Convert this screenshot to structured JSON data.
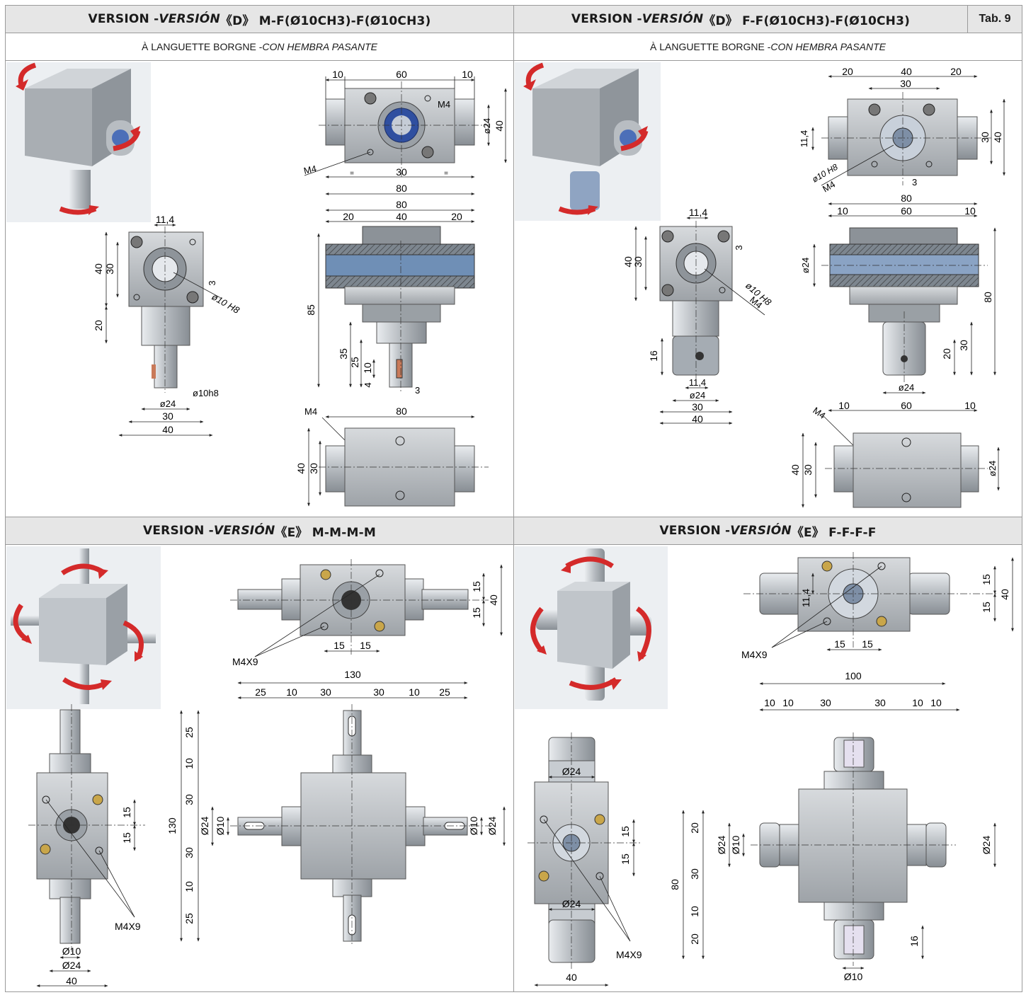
{
  "headers": {
    "d_mf": {
      "prefix": "VERSION - ",
      "italic": "VERSIÓN",
      "rest": " 《D》 M-F(Ø10CH3)-F(Ø10CH3)"
    },
    "d_ff": {
      "prefix": "VERSION - ",
      "italic": "VERSIÓN",
      "rest": " 《D》 F-F(Ø10CH3)-F(Ø10CH3)"
    },
    "e_mmmm": {
      "prefix": "VERSION - ",
      "italic": "VERSIÓN",
      "rest": " 《E》 M-M-M-M"
    },
    "e_ffff": {
      "prefix": "VERSION - ",
      "italic": "VERSIÓN",
      "rest": " 《E》 F-F-F-F"
    }
  },
  "subheaders": {
    "left": {
      "plain": "À LANGUETTE BORGNE - ",
      "italic": "CON HEMBRA PASANTE"
    },
    "right": {
      "plain": "À LANGUETTE BORGNE - ",
      "italic": "CON HEMBRA PASANTE"
    }
  },
  "table_label": "Tab. 9",
  "colors": {
    "header_bg": "#e6e6e6",
    "body_grey": "#b9bdc2",
    "arrow_red": "#d42a2a",
    "shaft_blue": "#2f4fa0"
  },
  "dims": {
    "q1": {
      "top_w": [
        "10",
        "60",
        "10"
      ],
      "top_eq": [
        "=",
        "30",
        "="
      ],
      "top_total": "80",
      "top_h": [
        "ø24",
        "40"
      ],
      "m4a": "M4",
      "m4b": "M4",
      "sec_total": "80",
      "sec_parts": [
        "20",
        "40",
        "20"
      ],
      "sec_h": [
        "85",
        "35",
        "25",
        "10",
        "4",
        "3"
      ],
      "bot_total": "80",
      "bot_m4": "M4",
      "bot_h": [
        "40",
        "30"
      ],
      "side_w": "11,4",
      "side_h": [
        "40",
        "30",
        "3",
        "20"
      ],
      "side_bore": "ø10 H8",
      "side_shaft": "ø10h8",
      "side_d": "ø24",
      "side_30": "30",
      "side_40": "40"
    },
    "q2": {
      "top_w": [
        "20",
        "40",
        "20"
      ],
      "top_30": "30",
      "top_h": [
        "11,4",
        "30",
        "40"
      ],
      "bore": "ø10 H8",
      "m4": "M4",
      "top_3": "3",
      "top_total": "80",
      "sec_parts": [
        "10",
        "60",
        "10"
      ],
      "sec_d": "ø24",
      "sec_h": [
        "80",
        "30",
        "20"
      ],
      "sec_bot": "ø24",
      "bot_parts": [
        "10",
        "60",
        "10"
      ],
      "bot_m4": "M4",
      "bot_h": [
        "40",
        "30"
      ],
      "bot_d": "ø24",
      "side_w": "11,4",
      "side_h": [
        "40",
        "30",
        "3",
        "16"
      ],
      "side_bore": "ø10 H8",
      "side_m4": "M4",
      "side_b1": "11,4",
      "side_b2": "ø24",
      "side_b3": "30",
      "side_b4": "40"
    },
    "q3": {
      "top_h": [
        "15",
        "15",
        "40"
      ],
      "top_w": [
        "15",
        "15"
      ],
      "top_m4": "M4X9",
      "front_total": "130",
      "front_w": [
        "25",
        "10",
        "30",
        "30",
        "10",
        "25"
      ],
      "front_v": [
        "130",
        "25",
        "10",
        "30",
        "30",
        "10",
        "25"
      ],
      "front_d": [
        "Ø24",
        "Ø10",
        "Ø10",
        "Ø24"
      ],
      "side_h": [
        "15",
        "15"
      ],
      "side_m4": "M4X9",
      "side_b": [
        "Ø10",
        "Ø24",
        "40"
      ]
    },
    "q4": {
      "top_h": [
        "15",
        "15",
        "40"
      ],
      "top_w": [
        "15",
        "15"
      ],
      "top_114": "11,4",
      "top_m4": "M4X9",
      "front_total": "100",
      "front_w": [
        "10",
        "10",
        "30",
        "30",
        "10",
        "10"
      ],
      "front_v": [
        "80",
        "20",
        "30",
        "10",
        "20"
      ],
      "front_d": [
        "Ø24",
        "Ø10",
        "Ø24"
      ],
      "front_16": "16",
      "front_bot": "Ø10",
      "side_d_top": "Ø24",
      "side_h": [
        "15",
        "15"
      ],
      "side_d_bot": "Ø24",
      "side_m4": "M4X9",
      "side_40": "40"
    }
  }
}
